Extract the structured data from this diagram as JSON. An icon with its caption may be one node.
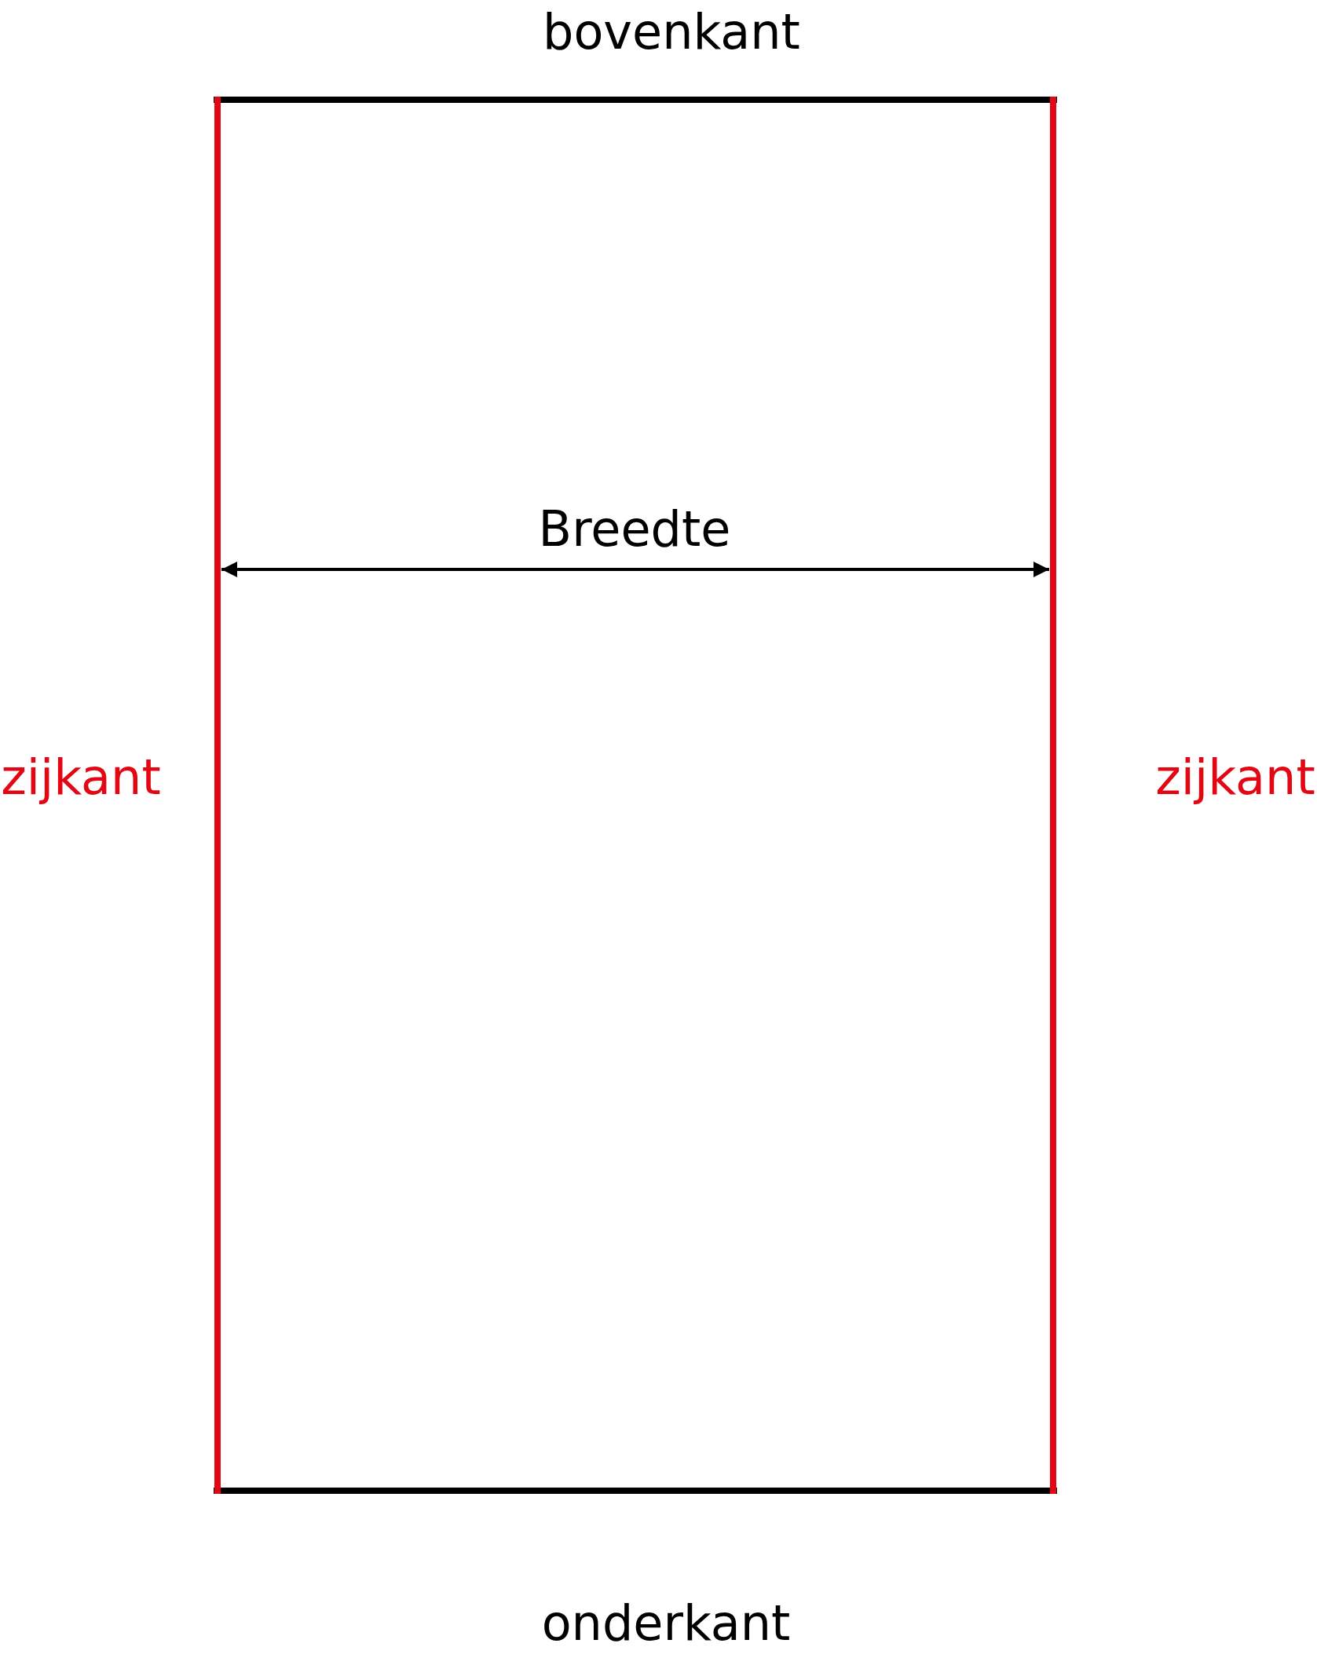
{
  "diagram": {
    "labels": [
      "bovenkant",
      "Breedte",
      "zijkant",
      "zijkant",
      "onderkant"
    ]
  }
}
